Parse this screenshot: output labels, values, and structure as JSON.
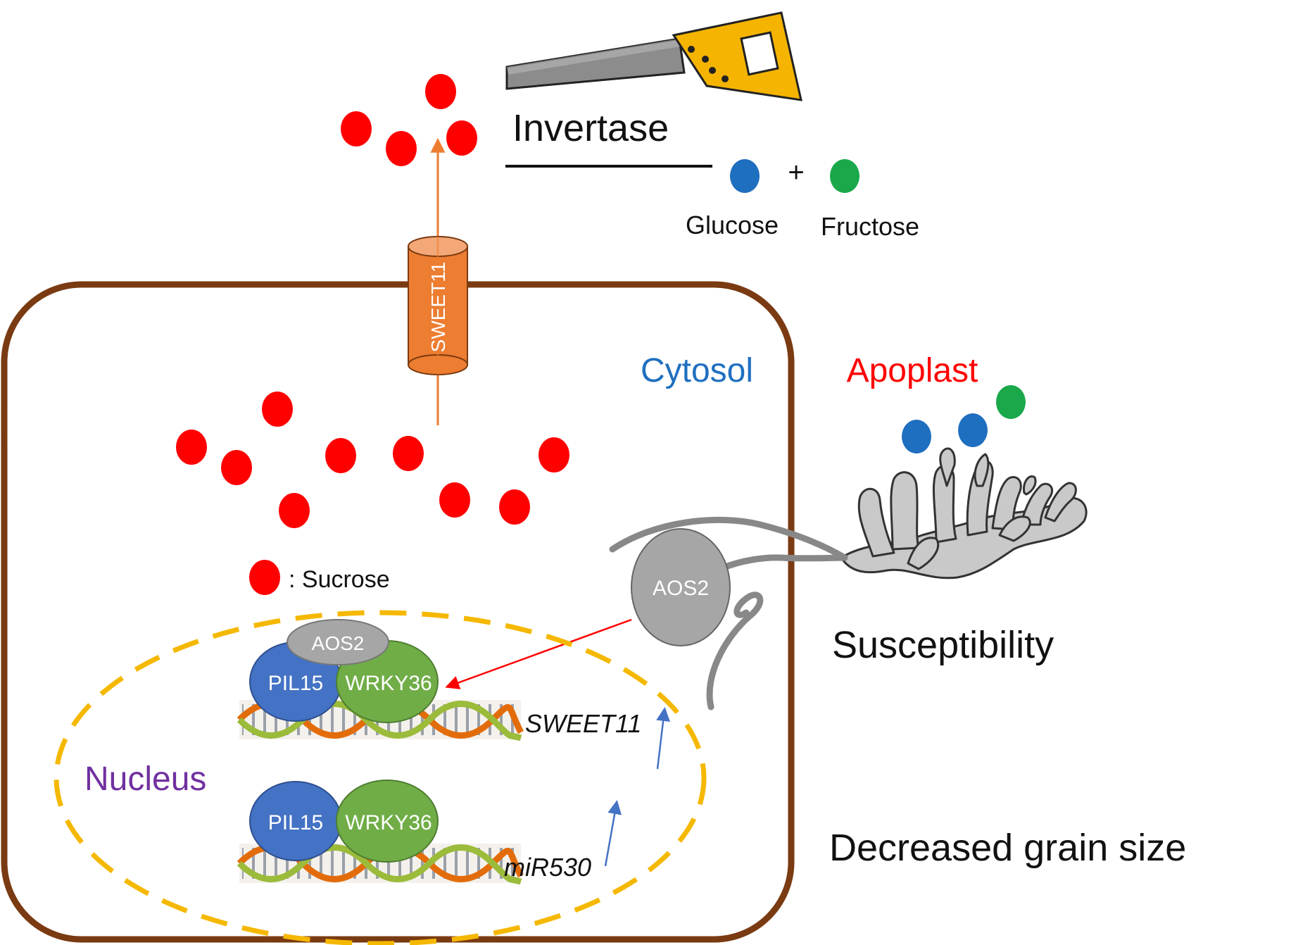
{
  "labels": {
    "invertase": "Invertase",
    "glucose": "Glucose",
    "fructose": "Fructose",
    "plus": "+",
    "transporter": "SWEET11",
    "cytosol": "Cytosol",
    "apoplast": "Apoplast",
    "sucrose_key": ": Sucrose",
    "aos2_cytosol": "AOS2",
    "aos2_nucleus": "AOS2",
    "pil15_top": "PIL15",
    "wrky36_top": "WRKY36",
    "gene_sweet11": "SWEET11",
    "nucleus": "Nucleus",
    "pil15_bottom": "PIL15",
    "wrky36_bottom": "WRKY36",
    "gene_mir530": "miR530",
    "susceptibility": "Susceptibility",
    "grain_size": "Decreased grain size"
  },
  "colors": {
    "sucrose": "#ff0000",
    "glucose": "#1f6fc0",
    "fructose": "#1aa84a",
    "cell_wall": "#7a3a12",
    "nucleus_border": "#f5b800",
    "sweet11": "#ed7d31",
    "pil15": "#4472c4",
    "wrky36": "#70ad47",
    "aos2": "#a6a6a6",
    "cytosol_label": "#1f6fc0",
    "apoplast_label": "#ff0000",
    "nucleus_label": "#7030a0",
    "saw_handle": "#f5b400",
    "saw_blade": "#8c8c8c"
  },
  "icons": {
    "saw": "saw-icon",
    "fungus": "fungal-hyphae-icon",
    "dna": "dna-helix-icon"
  }
}
